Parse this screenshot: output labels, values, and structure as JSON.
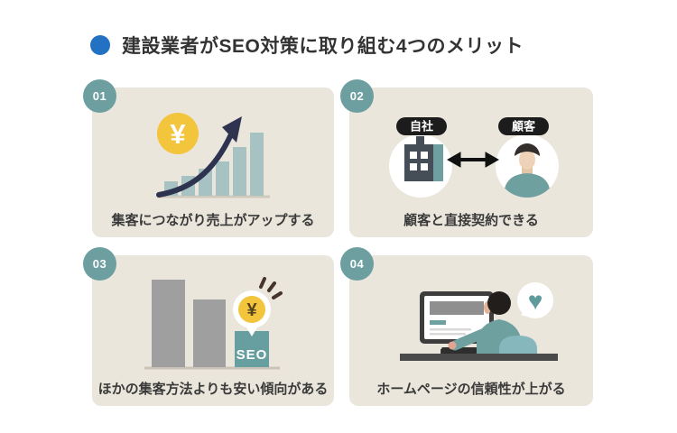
{
  "header": {
    "title": "建設業者がSEO対策に取り組む4つのメリット"
  },
  "colors": {
    "accent_blue": "#2271c3",
    "badge_teal": "#6d9fa1",
    "panel_bg": "#eae6dc",
    "teal": "#6fa0a0",
    "light_teal_bar": "#a6c2c3",
    "gray_bar": "#9f9f9f",
    "coin_yellow": "#f2c53d",
    "arrow_navy": "#2e3350",
    "caption_text": "#3a3a3a"
  },
  "panels": [
    {
      "number": "01",
      "caption": "集客につながり売上がアップする",
      "coin_symbol": "¥"
    },
    {
      "number": "02",
      "caption": "顧客と直接契約できる",
      "company_label": "自社",
      "customer_label": "顧客"
    },
    {
      "number": "03",
      "caption": "ほかの集客方法よりも安い傾向がある",
      "bar_label": "SEO",
      "coin_symbol": "¥"
    },
    {
      "number": "04",
      "caption": "ホームページの信頼性が上がる",
      "heart_symbol": "♥"
    }
  ]
}
